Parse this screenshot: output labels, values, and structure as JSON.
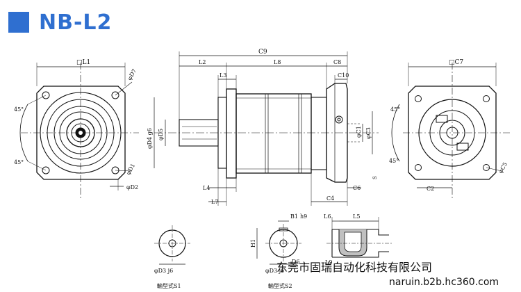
{
  "header": {
    "title": "NB-L2",
    "accent_color": "#2f6fd0"
  },
  "front_view": {
    "side": "□L1",
    "angle_top": "45°",
    "angle_bottom": "45°",
    "hole_top": "φD7",
    "hole_bottom": "φD1",
    "pilot": "φD2"
  },
  "side_view": {
    "overall": "C9",
    "l2": "L2",
    "l3": "L3",
    "l8": "L8",
    "c8": "C8",
    "c10": "C10",
    "d4": "φD4 g6",
    "d5": "φD5",
    "c1": "φC1",
    "c3": "φC3",
    "l4": "L4",
    "l7": "L7",
    "c4": "C4",
    "c6": "C6",
    "s": "S"
  },
  "rear_view": {
    "side": "□C7",
    "angle_top": "45°",
    "angle_bottom": "45°",
    "hole": "φC5",
    "c2": "C2"
  },
  "shaft_s1": {
    "dim": "φD3 j6",
    "caption": "輸型式S1"
  },
  "shaft_s2": {
    "b1": "B1",
    "h9": "h9",
    "h1": "H1",
    "d6": "D6",
    "d3": "φD3 j6",
    "caption": "輸型式S2"
  },
  "shaft_detail": {
    "l6": "L6",
    "l5": "L5",
    "l9": "L9"
  },
  "watermark": {
    "company": "东莞市固瑞自动化科技有限公司",
    "url": "naruin.b2b.hc360.com"
  }
}
